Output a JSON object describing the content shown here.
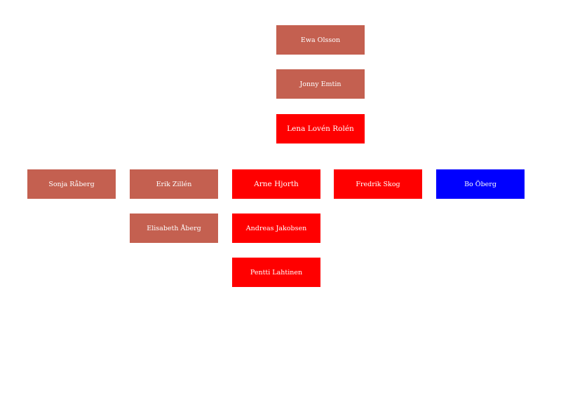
{
  "colors": {
    "muted": "#c46050",
    "red": "#ff0000",
    "blue": "#0000ff",
    "text": "#ffffff"
  },
  "nodes": [
    {
      "id": "ewa-olsson",
      "label": "Ewa Olsson",
      "color": "muted"
    },
    {
      "id": "jonny-emtin",
      "label": "Jonny Emtin",
      "color": "muted"
    },
    {
      "id": "lena-loven-rolen",
      "label": "Lena Lovén Rolén",
      "color": "red"
    },
    {
      "id": "sonja-raberg",
      "label": "Sonja Råberg",
      "color": "muted"
    },
    {
      "id": "erik-zillen",
      "label": "Erik Zillén",
      "color": "muted"
    },
    {
      "id": "arne-hjorth",
      "label": "Arne Hjorth",
      "color": "red"
    },
    {
      "id": "fredrik-skog",
      "label": "Fredrik Skog",
      "color": "red"
    },
    {
      "id": "bo-oberg",
      "label": "Bo Öberg",
      "color": "blue"
    },
    {
      "id": "elisabeth-aberg",
      "label": "Elisabeth Åberg",
      "color": "muted"
    },
    {
      "id": "andreas-jakobsen",
      "label": "Andreas Jakobsen",
      "color": "red"
    },
    {
      "id": "pentti-lahtinen",
      "label": "Pentti Lahtinen",
      "color": "red"
    }
  ]
}
